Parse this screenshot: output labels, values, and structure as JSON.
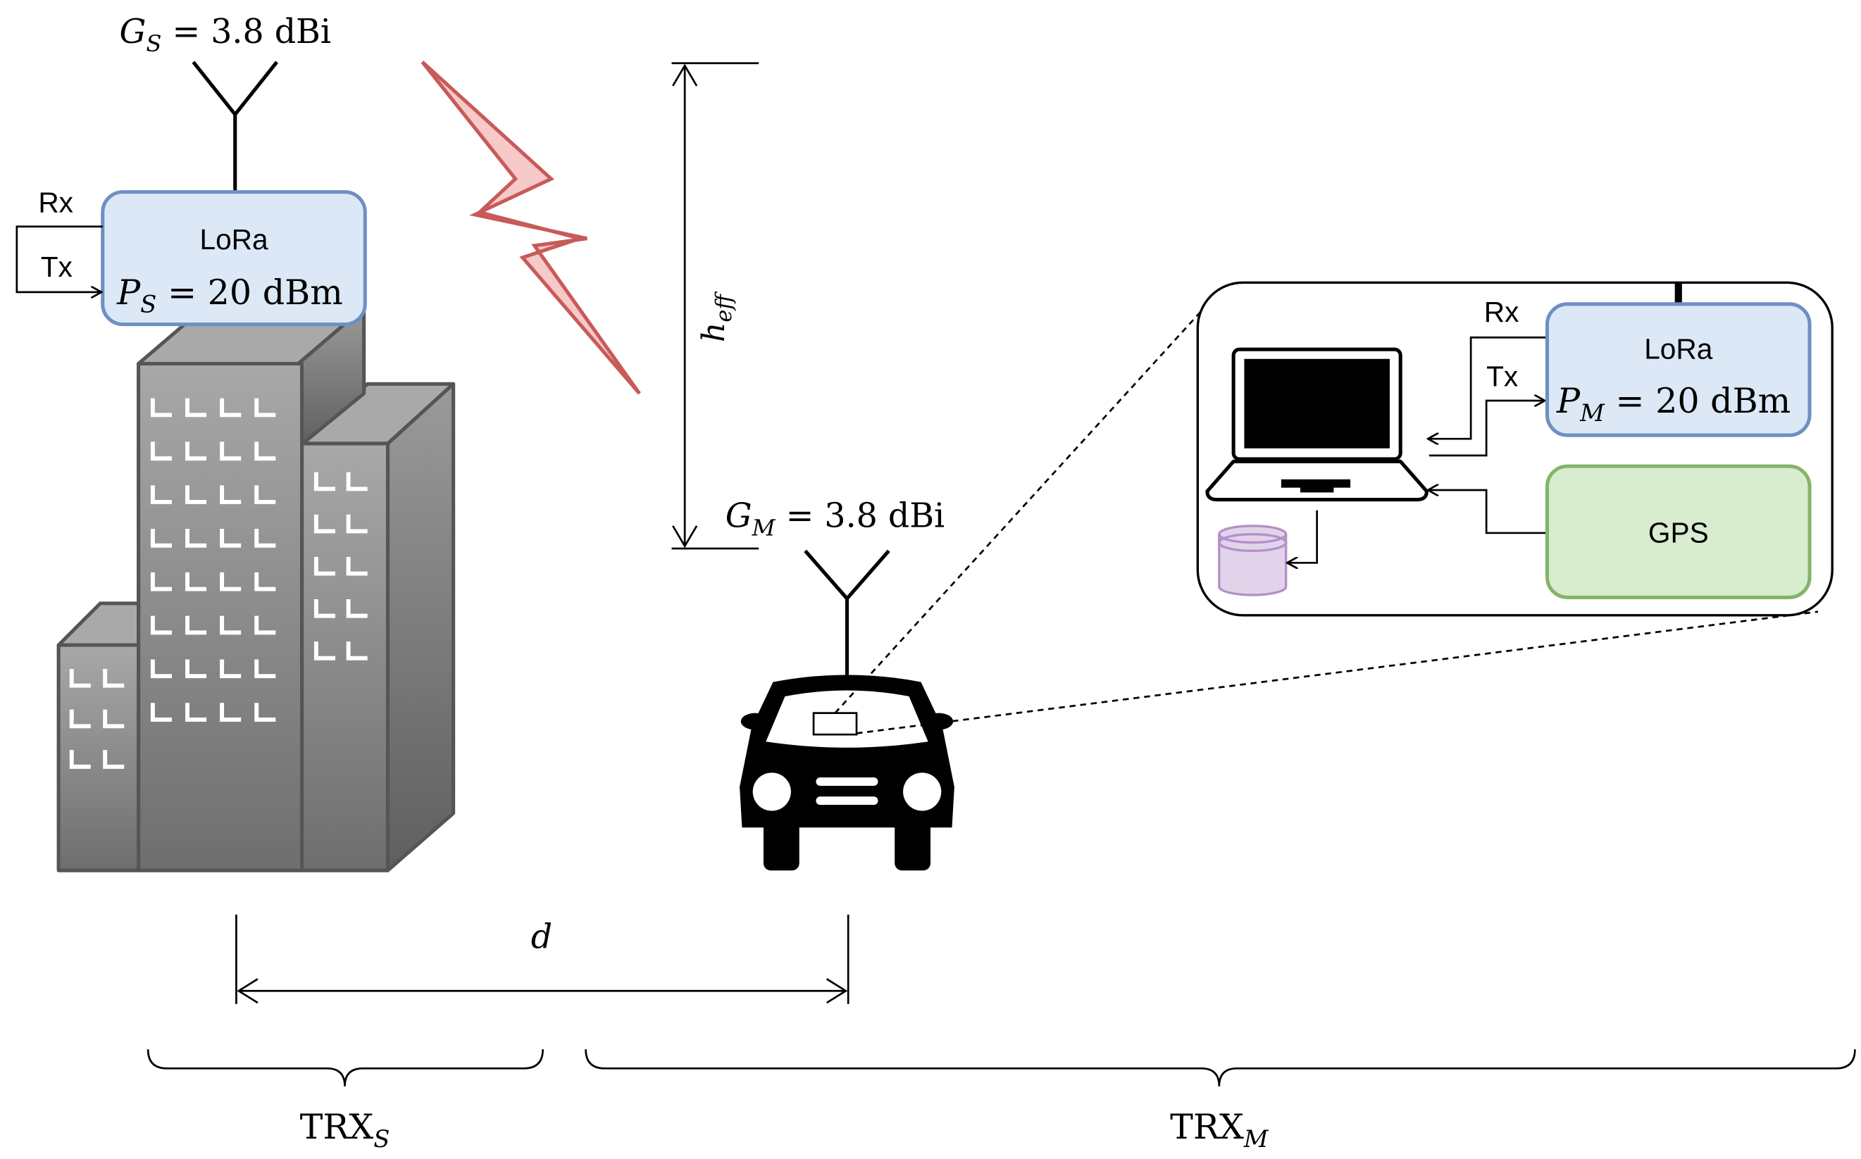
{
  "static_station": {
    "antenna_gain": {
      "symbol": "G",
      "sub": "S",
      "rest": " = 3.8 dBi"
    },
    "module_label": "LoRa",
    "tx_power": {
      "symbol": "P",
      "sub": "S",
      "rest": " = 20 dBm"
    },
    "rx_label": "Rx",
    "tx_label": "Tx"
  },
  "mobile_station": {
    "antenna_gain": {
      "symbol": "G",
      "sub": "M",
      "rest": " = 3.8 dBi"
    },
    "module_label": "LoRa",
    "tx_power": {
      "symbol": "P",
      "sub": "M",
      "rest": " = 20 dBm"
    },
    "rx_label": "Rx",
    "tx_label": "Tx",
    "gps_label": "GPS"
  },
  "height_label": {
    "symbol": "h",
    "sub": "eff"
  },
  "distance_label": "d",
  "groups": {
    "trx_s": {
      "base": "TRX",
      "sub": "S"
    },
    "trx_m": {
      "base": "TRX",
      "sub": "M"
    }
  },
  "colors": {
    "lora_fill": "#dce8f6",
    "lora_stroke": "#6f8fc4",
    "gps_fill": "#d8ecd0",
    "gps_stroke": "#84b46a",
    "storage_fill": "#e1d4ea",
    "storage_stroke": "#b58fca",
    "lightning_fill": "#f7c9c9",
    "lightning_stroke": "#c85a5a",
    "building_front": "#8c8c8c",
    "building_side": "#777777",
    "building_top": "#a9a9a9"
  }
}
